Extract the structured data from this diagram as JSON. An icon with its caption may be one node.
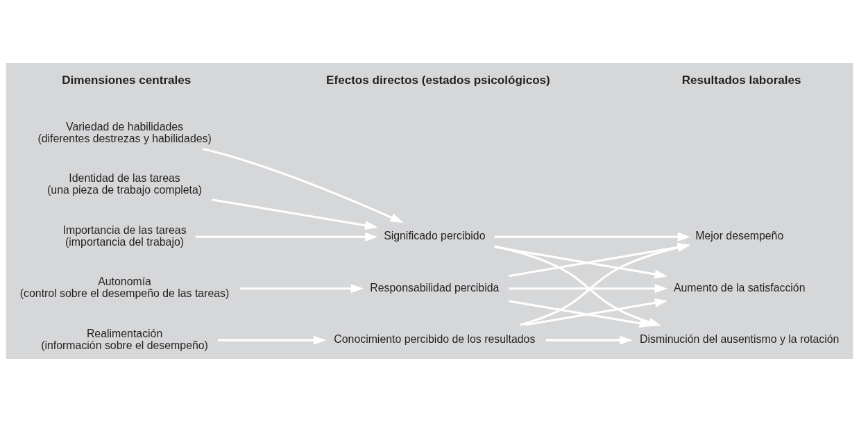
{
  "diagram": {
    "nodes": [
      {
        "text": [
          "Variedad de habilidades",
          "(diferentes destrezas y habilidades)"
        ]
      },
      {
        "text": [
          "Identidad de las tareas",
          "(una pieza de trabajo completa)"
        ]
      },
      {
        "text": [
          "Importancia de las tareas",
          "(importancia del trabajo)"
        ]
      },
      {
        "text": [
          "Autonomía",
          "(control sobre el desempeño de las tareas)"
        ]
      },
      {
        "text": [
          "Realimentación",
          "(información sobre el desempeño)"
        ]
      },
      {
        "text": [
          "Significado percibido"
        ]
      },
      {
        "text": [
          "Responsabilidad percibida"
        ]
      },
      {
        "text": [
          "Conocimiento percibido de los resultados"
        ]
      },
      {
        "text": [
          "Mejor desempeño"
        ]
      },
      {
        "text": [
          "Aumento de la satisfacción"
        ]
      },
      {
        "text": [
          "Disminución del ausentismo y la rotación"
        ]
      }
    ],
    "edges": [
      {
        "from": 0,
        "to": 5,
        "arrow": "to"
      },
      {
        "from": 1,
        "to": 5,
        "arrow": "to"
      },
      {
        "from": 2,
        "to": 5,
        "arrow": "to"
      },
      {
        "from": 3,
        "to": 6,
        "arrow": "to"
      },
      {
        "from": 4,
        "to": 7,
        "arrow": "to"
      },
      {
        "from": 5,
        "to": 8,
        "arrow": "to"
      },
      {
        "from": 5,
        "to": 9,
        "arrow": "to"
      },
      {
        "from": 5,
        "to": 10,
        "arrow": "to"
      },
      {
        "from": 6,
        "to": 8,
        "arrow": "to"
      },
      {
        "from": 6,
        "to": 9,
        "arrow": "to"
      },
      {
        "from": 6,
        "to": 10,
        "arrow": "to"
      },
      {
        "from": 7,
        "to": 8,
        "arrow": "to"
      },
      {
        "from": 7,
        "to": 9,
        "arrow": "to"
      },
      {
        "from": 7,
        "to": 10,
        "arrow": "to"
      }
    ],
    "labels": [
      "Dimensiones centrales",
      "Efectos directos (estados psicológicos)",
      "Resultados laborales"
    ]
  }
}
